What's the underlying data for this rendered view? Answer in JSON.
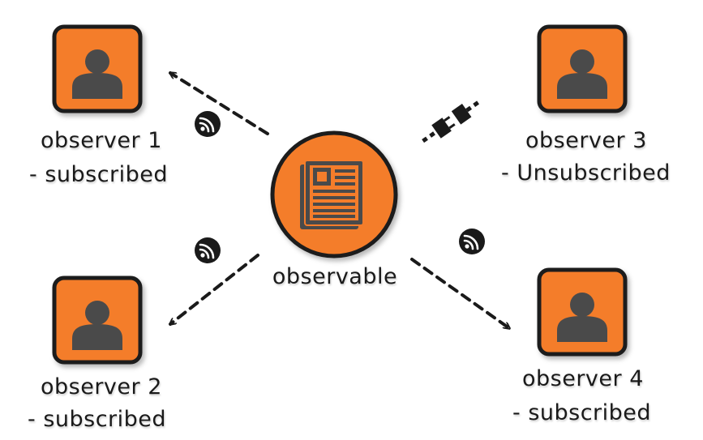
{
  "colors": {
    "accent_orange": "#f47d2b",
    "icon_gray": "#4a4a4a",
    "outline": "#1a1a1a",
    "background": "#ffffff"
  },
  "observable": {
    "label": "observable",
    "icon": "newspaper-icon"
  },
  "observers": [
    {
      "name": "observer 1",
      "status": "- subscribed",
      "icon": "user-icon",
      "connection": "feed-icon",
      "connection_state": "subscribed"
    },
    {
      "name": "observer 2",
      "status": "- subscribed",
      "icon": "user-icon",
      "connection": "feed-icon",
      "connection_state": "subscribed"
    },
    {
      "name": "observer 3",
      "status": "- Unsubscribed",
      "icon": "user-icon",
      "connection": "unplugged-icon",
      "connection_state": "unsubscribed"
    },
    {
      "name": "observer 4",
      "status": "- subscribed",
      "icon": "user-icon",
      "connection": "feed-icon",
      "connection_state": "subscribed"
    }
  ]
}
